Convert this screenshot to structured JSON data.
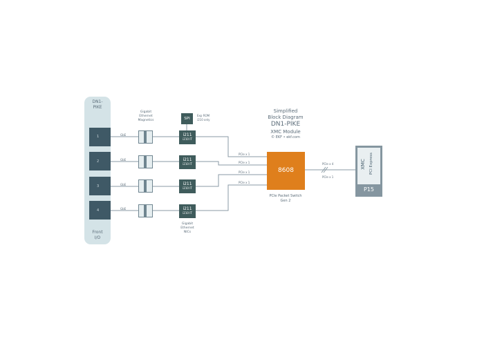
{
  "front_panel": {
    "title_line1": "DN1-",
    "title_line2": "PIKE",
    "footer_line1": "Front",
    "footer_line2": "I/O",
    "ports": [
      "1",
      "2",
      "3",
      "4"
    ]
  },
  "links": {
    "gbe_label": "GbE",
    "pcie_x1_label": "PCIe x 1",
    "pcie_x4_label": "PCIe x 4"
  },
  "magnetics": {
    "label_line1": "Gigabit",
    "label_line2": "Ethernet",
    "label_line3": "Magnetics"
  },
  "spi": {
    "label": "SPI",
    "note_line1": "Exp ROM",
    "note_line2": "i210 only"
  },
  "nics": {
    "chip_line1": "i211",
    "chip_line2": "i210 IT",
    "label_line1": "Gigabit",
    "label_line2": "Ethernet",
    "label_line3": "NICs"
  },
  "title_block": {
    "line1": "Simplified",
    "line2": "Block Diagram",
    "line3": "DN1-PIKE",
    "line4": "XMC Module",
    "line5": "© EKF • ekf.com"
  },
  "switch": {
    "label": "8608",
    "caption_line1": "PCIe Packet Switch",
    "caption_line2": "Gen 2"
  },
  "xmc": {
    "line1": "XMC",
    "line2": "PCI Express",
    "connector": "P15"
  },
  "colors": {
    "switch": "#df7f1c",
    "dark_block": "#3f5c5c",
    "panel": "#d4e3e7",
    "xmc": "#8596a0"
  }
}
